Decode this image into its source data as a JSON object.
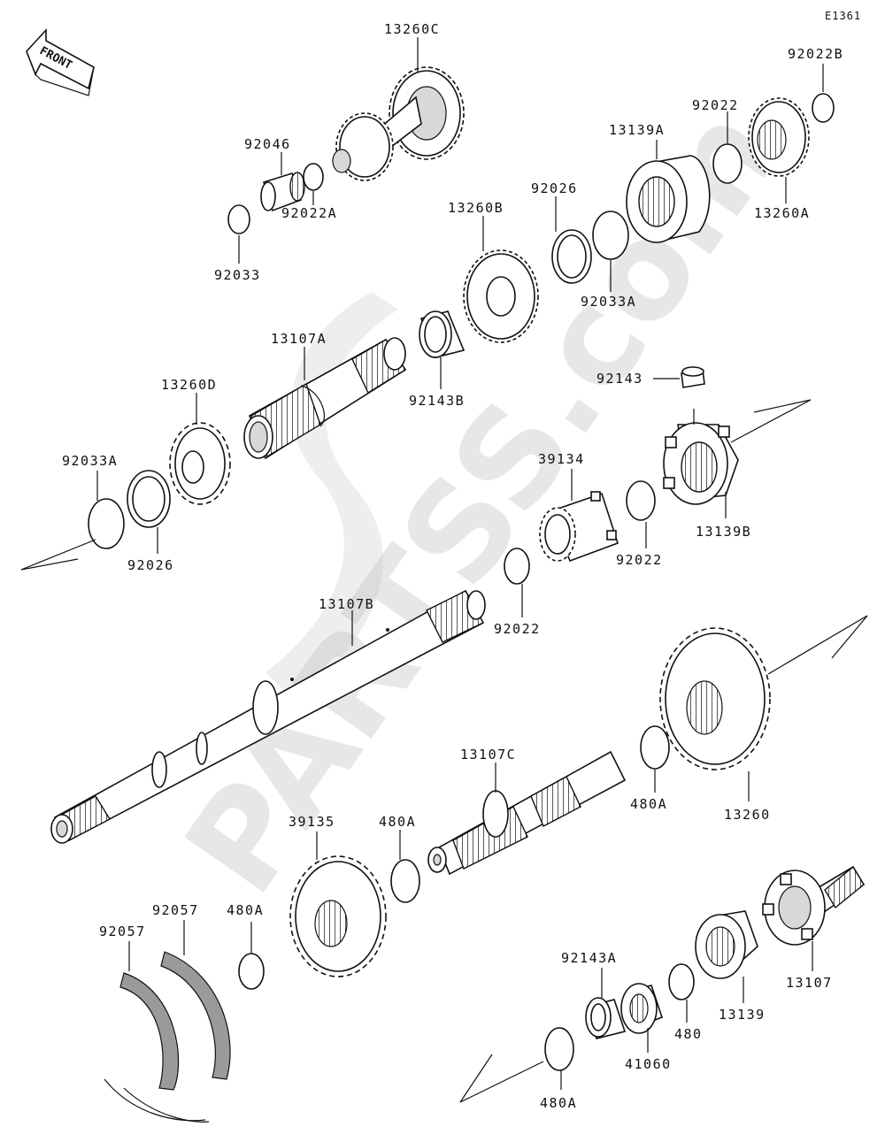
{
  "code": "E1361",
  "front": "FRONT",
  "watermark": "PARTSS.com",
  "labels": {
    "p13260C": "13260C",
    "p92022B": "92022B",
    "p92046": "92046",
    "p92022A": "92022A",
    "p92033": "92033",
    "p13139A": "13139A",
    "p92022_top": "92022",
    "p13260A": "13260A",
    "p92026_top": "92026",
    "p92033A_top": "92033A",
    "p13260B": "13260B",
    "p13107A": "13107A",
    "p92143B": "92143B",
    "p13260D": "13260D",
    "p92143": "92143",
    "p39134": "39134",
    "p13139B": "13139B",
    "p92022_mid": "92022",
    "p92033A_left": "92033A",
    "p92026_left": "92026",
    "p92022_low": "92022",
    "p13107B": "13107B",
    "p13107C": "13107C",
    "p480A_right": "480A",
    "p13260": "13260",
    "p39135": "39135",
    "p480A_mid": "480A",
    "p92057_a": "92057",
    "p92057_b": "92057",
    "p480A_left": "480A",
    "p92143A": "92143A",
    "p480": "480",
    "p13139": "13139",
    "p13107": "13107",
    "p41060": "41060",
    "p480A_bottom": "480A"
  }
}
